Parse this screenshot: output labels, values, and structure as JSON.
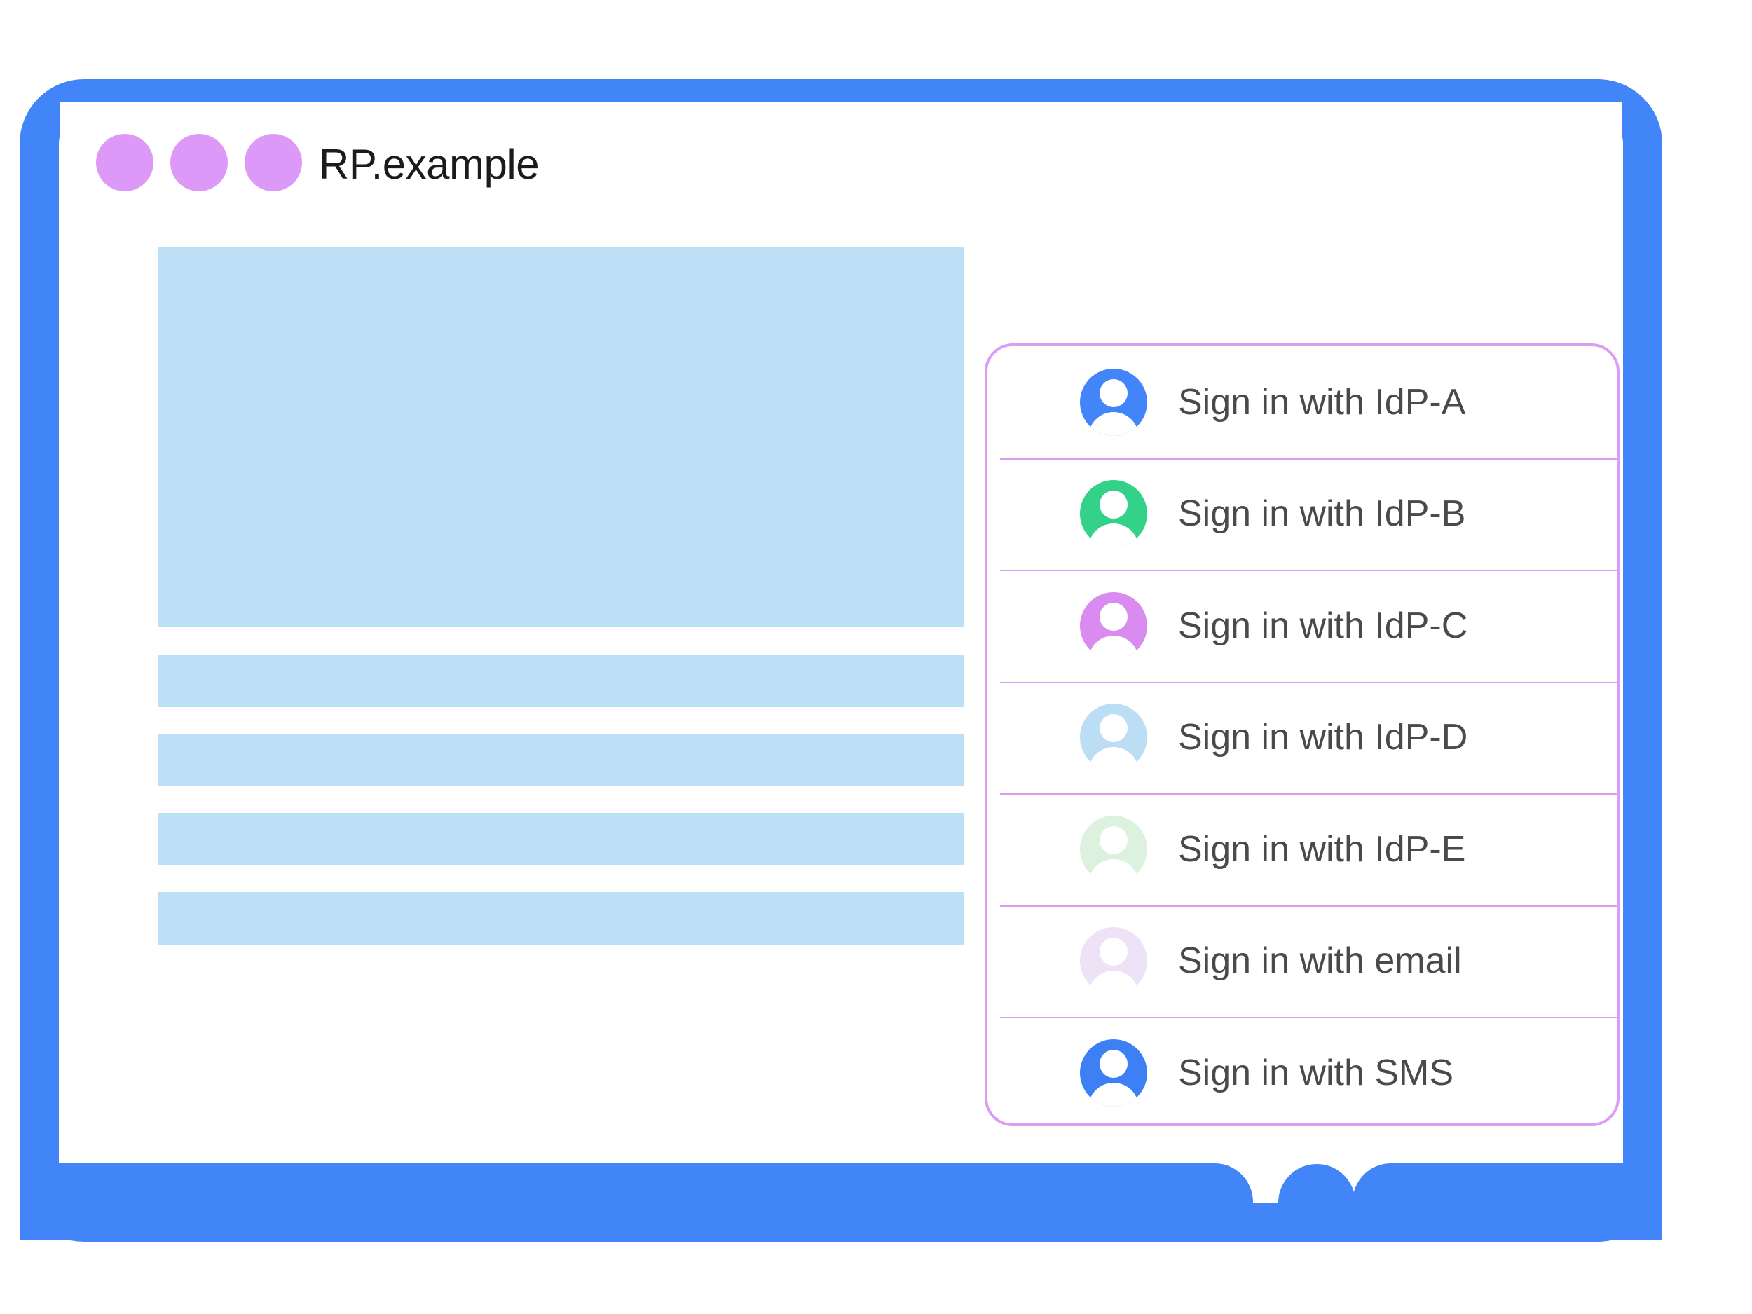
{
  "colors": {
    "frame_blue": "#4285F8",
    "title_dot_purple": "#DD99F8",
    "placeholder_blue": "#BDE0F7",
    "panel_border_purple": "#DB9CF2",
    "label_gray": "#4A4A4A",
    "page_white": "#FFFFFF"
  },
  "browser": {
    "title": "RP.example",
    "window_dots": [
      {
        "name": "window-dot-1",
        "color": "#DD99F8"
      },
      {
        "name": "window-dot-2",
        "color": "#DD99F8"
      },
      {
        "name": "window-dot-3",
        "color": "#DD99F8"
      }
    ],
    "home_indicator": "home-button"
  },
  "content_placeholders": [
    {
      "name": "hero-placeholder",
      "kind": "hero"
    },
    {
      "name": "text-placeholder-1",
      "kind": "bar"
    },
    {
      "name": "text-placeholder-2",
      "kind": "bar"
    },
    {
      "name": "text-placeholder-3",
      "kind": "bar"
    },
    {
      "name": "text-placeholder-4",
      "kind": "bar"
    }
  ],
  "signin_panel": {
    "items": [
      {
        "label": "Sign in with IdP-A",
        "icon": "account-avatar-icon",
        "avatar_color": "#4285F8",
        "slug": "idp-a"
      },
      {
        "label": "Sign in with IdP-B",
        "icon": "account-avatar-icon",
        "avatar_color": "#34D289",
        "slug": "idp-b"
      },
      {
        "label": "Sign in with IdP-C",
        "icon": "account-avatar-icon",
        "avatar_color": "#D98BF0",
        "slug": "idp-c"
      },
      {
        "label": "Sign in with IdP-D",
        "icon": "account-avatar-icon",
        "avatar_color": "#BBDEF5",
        "slug": "idp-d"
      },
      {
        "label": "Sign in with IdP-E",
        "icon": "account-avatar-icon",
        "avatar_color": "#DCF2DF",
        "slug": "idp-e"
      },
      {
        "label": "Sign in with email",
        "icon": "account-avatar-icon",
        "avatar_color": "#EEE2F7",
        "slug": "email"
      },
      {
        "label": "Sign in with SMS",
        "icon": "account-avatar-icon",
        "avatar_color": "#3D7FF5",
        "slug": "sms"
      }
    ]
  }
}
